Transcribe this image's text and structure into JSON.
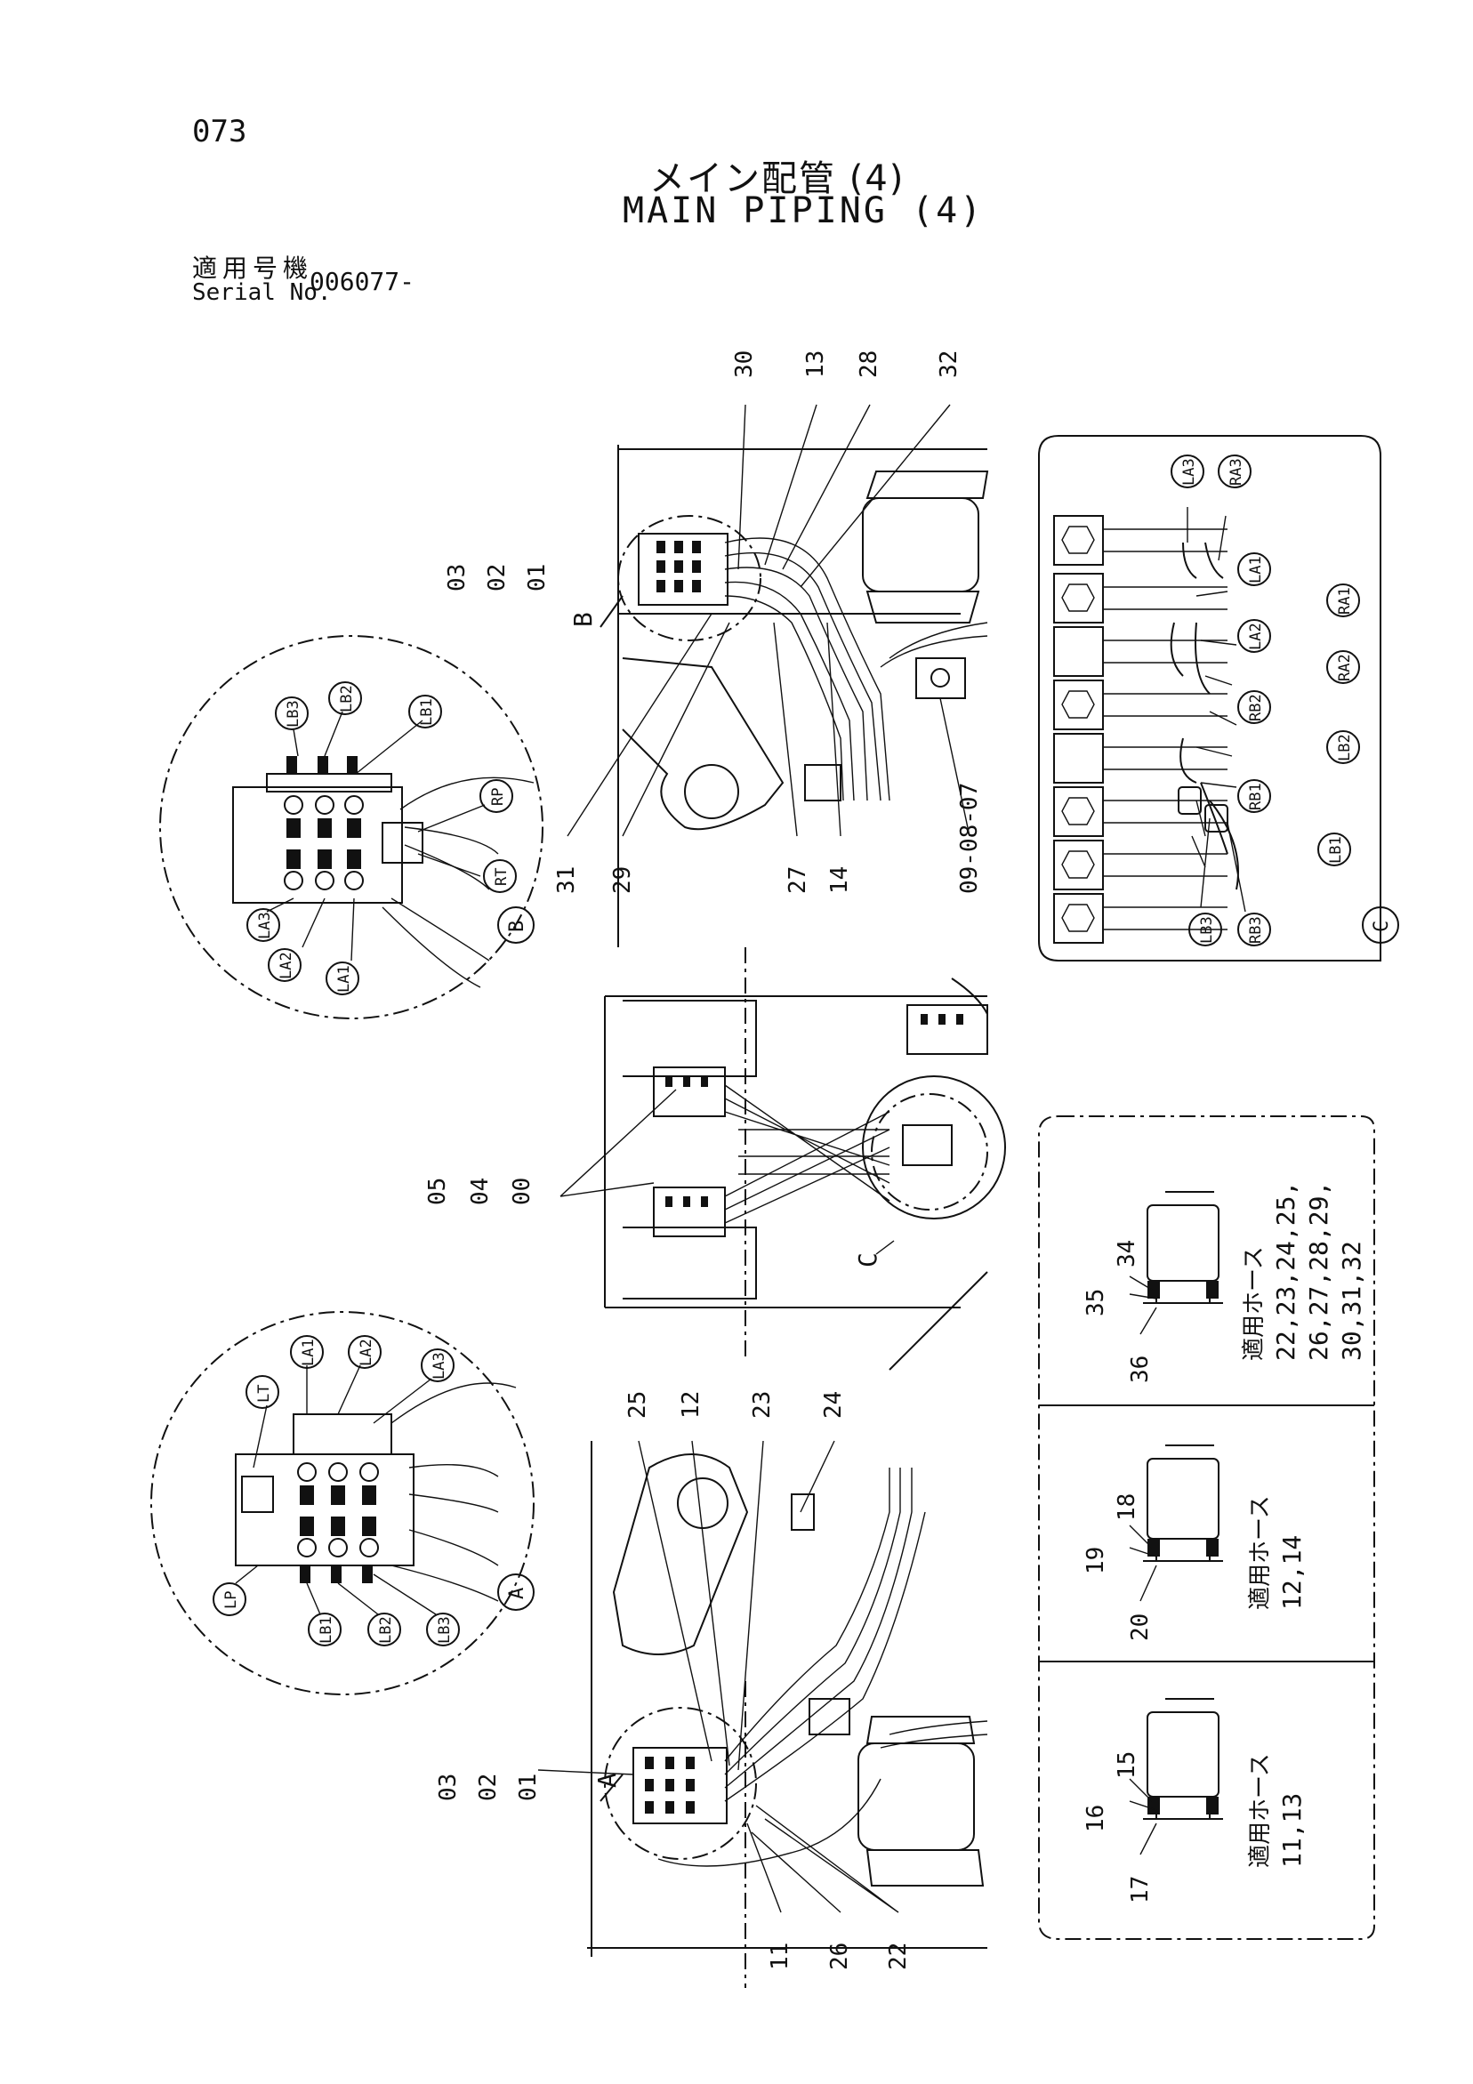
{
  "header": {
    "page_number": "073",
    "title_jp": "メイン配管 (4)",
    "title_en": "MAIN PIPING (4)",
    "serial_label_jp": "適用号機",
    "serial_label_en": "Serial No.",
    "serial_value": "006077-"
  },
  "top_view": {
    "callouts": [
      "30",
      "13",
      "28",
      "32",
      "31",
      "29",
      "27",
      "14",
      "09-08-07"
    ],
    "base_parts": [
      "03",
      "02",
      "01"
    ],
    "section_label": "B"
  },
  "middle_view": {
    "base_parts": [
      "05",
      "04",
      "00"
    ],
    "section_label": "C"
  },
  "bottom_view": {
    "callouts": [
      "25",
      "12",
      "23",
      "24",
      "11",
      "26",
      "22"
    ],
    "base_parts": [
      "03",
      "02",
      "01"
    ],
    "section_label": "A"
  },
  "detail_b": {
    "label": "B",
    "ports": [
      "LB3",
      "LB2",
      "LB1",
      "RP",
      "RT",
      "LA3",
      "LA2",
      "LA1"
    ]
  },
  "detail_a": {
    "label": "A",
    "ports": [
      "LT",
      "LA1",
      "LA2",
      "LA3",
      "LP",
      "LB1",
      "LB2",
      "LB3"
    ]
  },
  "detail_c": {
    "label": "C",
    "ports": [
      "LA3",
      "RA3",
      "LA1",
      "RA1",
      "LA2",
      "RA2",
      "RB2",
      "LB2",
      "RB1",
      "LB1",
      "LB3",
      "RB3"
    ]
  },
  "hose_table": {
    "rows": [
      {
        "parts": [
          "34",
          "35",
          "36"
        ],
        "label": "適用ホース",
        "hoses_1": "22,23,24,25,",
        "hoses_2": "26,27,28,29,",
        "hoses_3": "30,31,32"
      },
      {
        "parts": [
          "18",
          "19",
          "20"
        ],
        "label": "適用ホース",
        "hoses_1": "12,14"
      },
      {
        "parts": [
          "15",
          "16",
          "17"
        ],
        "label": "適用ホース",
        "hoses_1": "11,13"
      }
    ]
  }
}
